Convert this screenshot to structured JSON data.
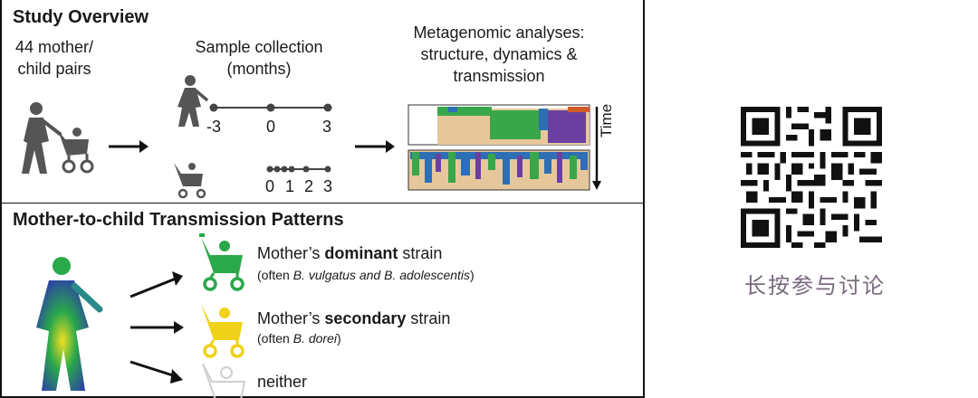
{
  "overview": {
    "heading": "Study Overview",
    "pairs_label_1": "44 mother/",
    "pairs_label_2": "child pairs",
    "sample_label_1": "Sample collection",
    "sample_label_2": "(months)",
    "meta_label_1": "Metagenomic analyses:",
    "meta_label_2": "structure, dynamics &",
    "meta_label_3": "transmission",
    "mother_ticks": [
      "-3",
      "0",
      "3"
    ],
    "child_ticks": [
      "0",
      "1",
      "2",
      "3"
    ],
    "time_label": "Time"
  },
  "transmission": {
    "heading": "Mother-to-child Transmission Patterns",
    "dominant": {
      "pre": "Mother’s ",
      "bold": "dominant",
      "post": " strain",
      "note_pre": "(often ",
      "note_i": "B. vulgatus and B. adolescentis",
      "note_post": ")"
    },
    "secondary": {
      "pre": "Mother’s ",
      "bold": "secondary",
      "post": " strain",
      "note_pre": "(often  ",
      "note_i": "B. dorei",
      "note_post": ")"
    },
    "neither": "neither"
  },
  "colors": {
    "dominant": "#2aa84a",
    "secondary": "#f0d21a",
    "neither": "#cfcfcf",
    "tan": "#e6c79c",
    "purple": "#6a3fa0",
    "blue": "#2d6fb5",
    "green": "#3aa64a"
  },
  "qr": {
    "caption": "长按参与讨论"
  }
}
